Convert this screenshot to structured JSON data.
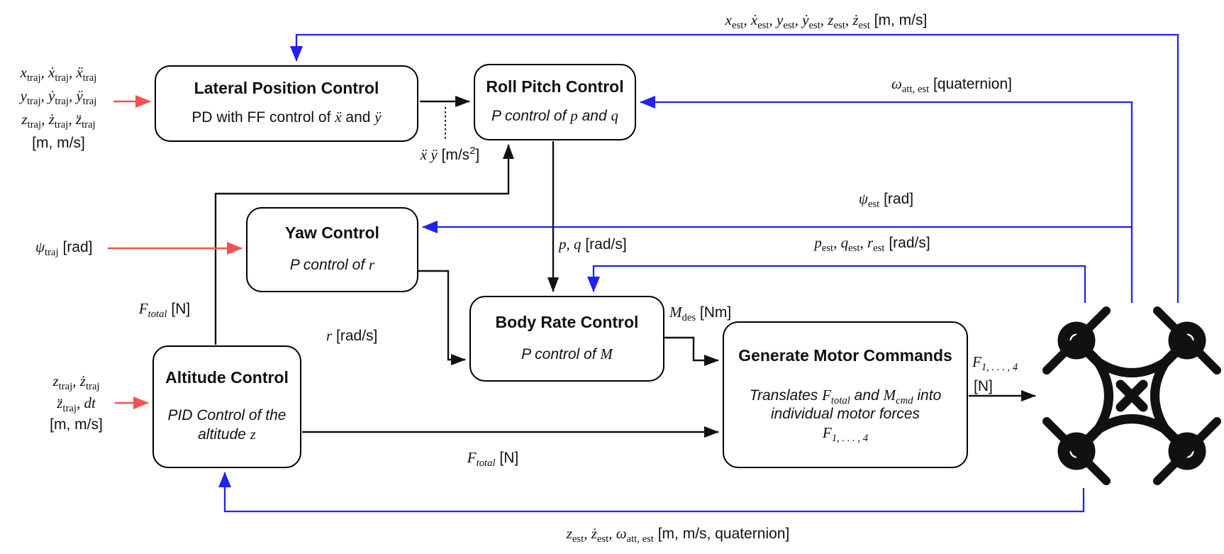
{
  "colors": {
    "black_line": "#111111",
    "blue_feedback": "#2222ee",
    "red_input": "#f85050",
    "box_border": "#000000",
    "background": "#ffffff"
  },
  "blocks": {
    "lateral": {
      "title": "Lateral Position Control",
      "body": "PD with FF control of <span class='m'>ẍ</span> and <span class='m'>ÿ</span>"
    },
    "rollpitch": {
      "title": "Roll Pitch Control",
      "body": "<i>P control of</i> <span class='m'>p</span> <i>and</i> <span class='m'>q</span>"
    },
    "yaw": {
      "title": "Yaw Control",
      "body": "<i>P control of</i> <span class='m'>r</span>"
    },
    "bodyrate": {
      "title": "Body Rate Control",
      "body": "<i>P control of</i> <span class='m'>M</span>"
    },
    "altitude": {
      "title": "Altitude Control",
      "body": "<i>PID Control of the<br>altitude</i> <span class='m'>z</span>"
    },
    "motors": {
      "title": "Generate Motor Commands",
      "body": "<i>Translates</i> <span class='m'>F<sub class='is'>total</sub></span> <i>and</i> <span class='m'>M<sub class='is'>cmd</sub></span> <i>into<br>individual motor forces</i><br><span class='m'>F<sub class='is'>1, . . . , 4</sub></span>"
    }
  },
  "inputs": {
    "trajectory": "<span class='m'>x<sub>traj</sub>, ẋ<sub>traj</sub>, ẍ<sub>traj</sub><br>y<sub>traj</sub>, ẏ<sub>traj</sub>, ÿ<sub>traj</sub><br>z<sub>traj</sub>, ż<sub>traj</sub>, z̈<sub>traj</sub></span><br>[m, m/s]",
    "psi_traj": "<span class='m'>ψ<sub>traj</sub></span> [rad]",
    "z_traj": "<span class='m'>z<sub>traj</sub>, ż<sub>traj</sub><br>z̈<sub>traj</sub>, dt</span><br>[m, m/s]"
  },
  "signals": {
    "xy_accel": "<span class='m'>ẍ ÿ</span> [m/s<sup>2</sup>]",
    "f_total_left": "<span class='m'>F<sub class='is'>total</sub></span> [N]",
    "p_q": "<span class='m'>p, q</span> [rad/s]",
    "r": "<span class='m'>r</span> [rad/s]",
    "m_des": "<span class='m'>M<sub>des</sub></span> [Nm]",
    "f_total_bottom": "<span class='m'>F<sub class='is'>total</sub></span> [N]",
    "f_1_4": "<span class='m'>F<sub class='is'>1, . . . , 4</sub></span>",
    "f_1_4_unit": "[N]"
  },
  "feedback": {
    "position_est": "<span class='m'>x<sub>est</sub>, ẋ<sub>est</sub>, y<sub>est</sub>, ẏ<sub>est</sub>, z<sub>est</sub>, ż<sub>est</sub></span> [m, m/s]",
    "attitude_est": "<span class='m'>ω<sub>att, est</sub></span> [quaternion]",
    "psi_est": "<span class='m'>ψ<sub>est</sub></span> [rad]",
    "rates_est": "<span class='m'>p<sub>est</sub>, q<sub>est</sub>, r<sub>est</sub></span> [rad/s]",
    "altitude_est": "<span class='m'>z<sub>est</sub>, ż<sub>est</sub>, ω<sub>att, est</sub></span> [m, m/s, quaternion]"
  }
}
